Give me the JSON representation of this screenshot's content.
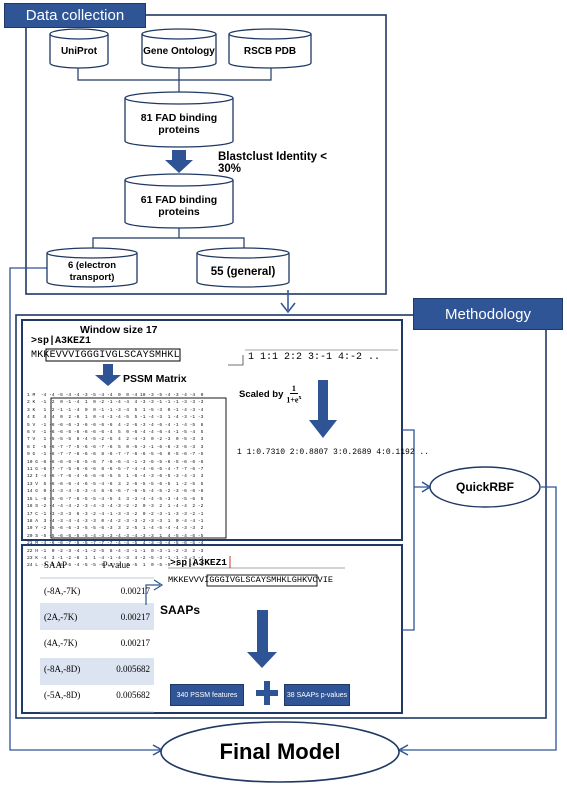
{
  "data_collection": {
    "title": "Data collection",
    "sources": [
      "UniProt",
      "Gene Ontology",
      "RSCB PDB"
    ],
    "db1": "81 FAD binding proteins",
    "blastclust": "Blastclust Identity < 30%",
    "db2": "61 FAD binding proteins",
    "split_a": "6 (electron transport)",
    "split_b": "55 (general)"
  },
  "methodology": {
    "title": "Methodology",
    "window_label": "Window size 17",
    "seq_header": ">sp|A3KEZ1",
    "sequence": "MKKEVVVIGGGIVGLSCAYSMHKL",
    "pssm_label": "PSSM Matrix",
    "raw_features": "1 1:1 2:2 3:-1 4:-2 ..",
    "scaled_label": "Scaled by",
    "formula_num": "1",
    "formula_den": "1+e",
    "formula_exp": "x",
    "scaled_features": "1 1:0.7310 2:0.8807 3:0.2689 4:0.1192 ..",
    "matrix_rows": [
      "1 M  -4 -4 -5 -4 -4 -3 -5 -4 -4  0  0 -4 10 -3 -5 -4 -3 -4 -4  0",
      "2 K  -1  2  0 -1 -4  1  0 -2 -1 -4 -4  4 -3 -3 -1 -1 -1 -3 -3 -3",
      "3 K   1  2 -1 -1 -4  0  0 -1 -1 -3 -4  5  1 -5 -3  0 -1 -4 -3 -4",
      "4 E   4  4  0  2 -6  1  0 -4 -3 -4 -5  5 -1 -4 -3  1 -4 -3 -1 -3",
      "5 V  -1 -6 -6 -6 -3 -6 -6 -6 -6  4 -2 -6 -3 -4 -6 -4 -1 -4 -5  6",
      "6 V  -1 -6 -6 -5 -6 -6 -6 -6 -4  5  0 -6 -4 -4 -6 -4 -1 -5 -4  5",
      "7 V   1 -5 -5 -5  6 -4 -5 -2 -5  4  2 -4 -3  0 -2 -3  0 -5 -3  3",
      "8 I  -5 -6 -7 -7 -5 -6 -6 -7 -6  5  0 -6 -3 -1 -6 -6 -3 -6 -3  3",
      "9 G  -1 -6 -7 -7 -6 -6 -6  8 -6 -7 -7 -6 -6 -5 -6  0 -5 -6 -7 -5",
      "10 G -6 -6 -6 -6 -6 -5 -6  7 -6 -6 -4 -1 -3 -6 -5 -6 -5 -6 -6 -6",
      "11 G -6 -7 -7 -5 -6 -6 -6  8 -6 -5 -7 -4 -4 -6 -6 -4 -7 -7 -6 -7",
      "12 I -4 -6 -7 -6 -4 -6 -6 -6 -5  5  1 -6 -4 -3 -6 -5 -3 -4 -3  3",
      "13 V  5 -6 -6 -6 -4 -6 -5 -4 -6  3  2 -6 -5 -5 -6 -5  1 -2 -5  5",
      "14 G  0 -4 -3 -4 -5 -3 -4  6 -6 -6 -7 -6 -5 -4 -5 -2 -3 -6 -6 -6",
      "15 L -6 -5 -6 -7 -6 -5 -5 -4 -5  4  3 -3 -4 -4 -5 -3 -4 -5 -6  5",
      "16 S -2 -4 -4 -4 -2 -3 -4 -3 -4 -3 -2 -2  0 -3  2  1 -4 -4  2 -2",
      "17 C -1 -3 -3 -3  6 -3 -2 -4 -1 -3 -3 -2  0 -2 -3 -1 -3 -3 -2 -1",
      "18 A  3 -4 -3 -4 -4 -3 -3  0 -4 -2 -3 -3 -2 -3 -3  1  0 -4 -4 -1",
      "19 Y -2 -5 -6 -6 -3 -5 -5 -6 -3  3  2 -5  1 -4 -5 -4 -4 -3 -3  2",
      "20 S -5 -5 -6 -6 -5 -5 -4 -3 -3 -4 -3 -4 -3 -3  1  4 -5 -4 -6 -5",
      "21 M -4 -6 -6 -7 -5 -5 -7 -7 -7 -4 -4 -5  4 -3 -6 -4 -5 -6 -5 -4",
      "22 H -1  0 -2 -3 -4 -1 -2 -5  8 -4 -3 -1 -1  0 -3 -1 -2 -3  2 -3",
      "23 K -4  3 -1 -2 -6  1  1 -4 -1 -4 -3  4 -2 -5 -3 -1 -1 -3 -3 -4",
      "24 L -3 -5 -6 -6 -4 -5 -5 -6 -5  2  3 -5  1  0 -5 -5 -4 -4 -3  1"
    ],
    "saap_table": {
      "header": [
        "SAAP",
        "P-value"
      ],
      "rows": [
        [
          "(-8A,-7K)",
          "0.00217"
        ],
        [
          "(2A,-7K)",
          "0.00217"
        ],
        [
          "(4A,-7K)",
          "0.00217"
        ],
        [
          "(-8A,-8D)",
          "0.005682"
        ],
        [
          "(-5A,-8D)",
          "0.005682"
        ]
      ]
    },
    "saap_seq_header": ">sp|A3KEZ1",
    "saap_sequence": "MKKEVVVIGGGIVGLSCAYSMHKLGHKVCVIE",
    "saaps_label": "SAAPs",
    "pssm_features": "340 PSSM features",
    "plus": "+",
    "saap_features": "38 SAAPs p-values",
    "quickrbf": "QuickRBF",
    "final_model": "Final Model"
  },
  "colors": {
    "header_blue": "#2f5597",
    "arrow_blue": "#2e5496",
    "line_blue": "#3b6ab0",
    "table_band": "#dce3f1"
  }
}
